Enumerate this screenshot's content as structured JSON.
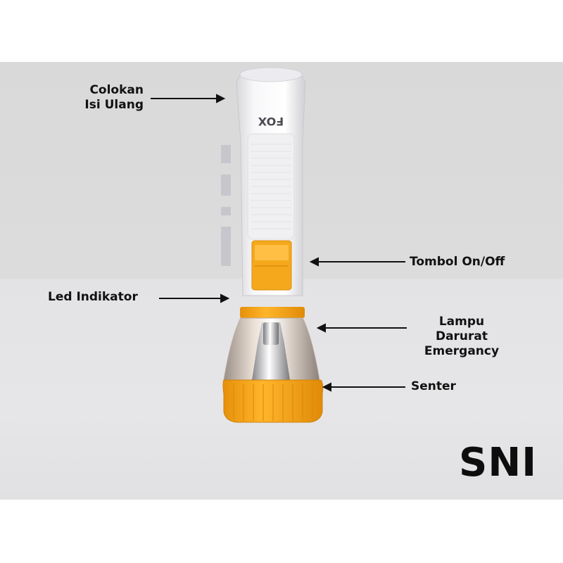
{
  "labels": {
    "charging_port": "Colokan\nIsi Ulang",
    "power_switch": "Tombol On/Off",
    "led_indicator": "Led Indikator",
    "emergency_lamp": "Lampu Darurat\nEmergancy",
    "flashlight": "Senter"
  },
  "brand": "FOX",
  "badge": "SNI",
  "colors": {
    "accent": "#f5a81c",
    "body": "#f2f2f4",
    "background": "#dcdcdc"
  }
}
